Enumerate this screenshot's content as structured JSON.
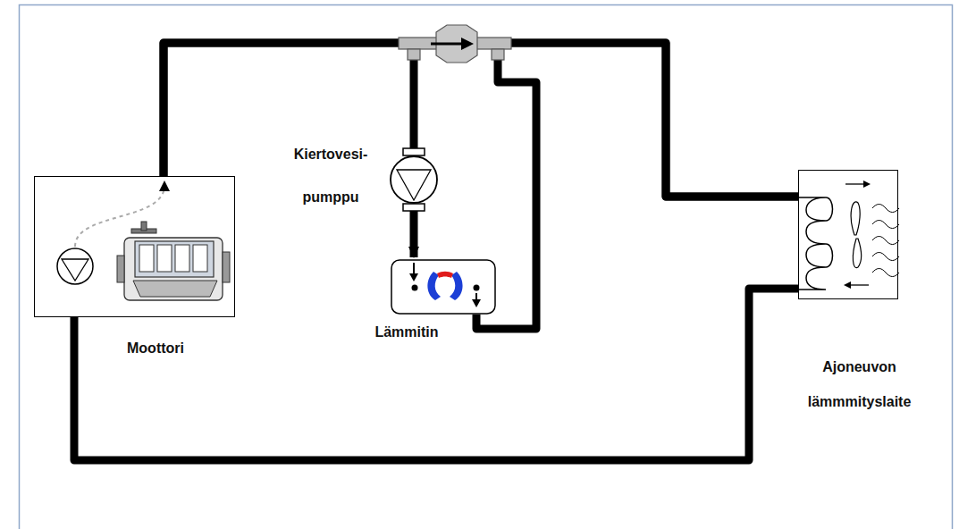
{
  "diagram": {
    "nodes": [
      {
        "text": [
          "Moottori"
        ]
      },
      {
        "text": [
          "Kiertovesi- pumppu"
        ]
      },
      {
        "text": [
          "Lämmitin"
        ]
      },
      {
        "text": [
          "Ajoneuvon lämmmityslaite"
        ]
      }
    ],
    "edges": [
      {
        "from": 0,
        "to": 3,
        "arrow": "none"
      },
      {
        "from": 0,
        "to": 1,
        "arrow": "none"
      },
      {
        "from": 1,
        "to": 2,
        "arrow": "to"
      },
      {
        "from": 2,
        "to": 3,
        "arrow": "none"
      },
      {
        "from": 3,
        "to": 0,
        "arrow": "none"
      }
    ]
  }
}
